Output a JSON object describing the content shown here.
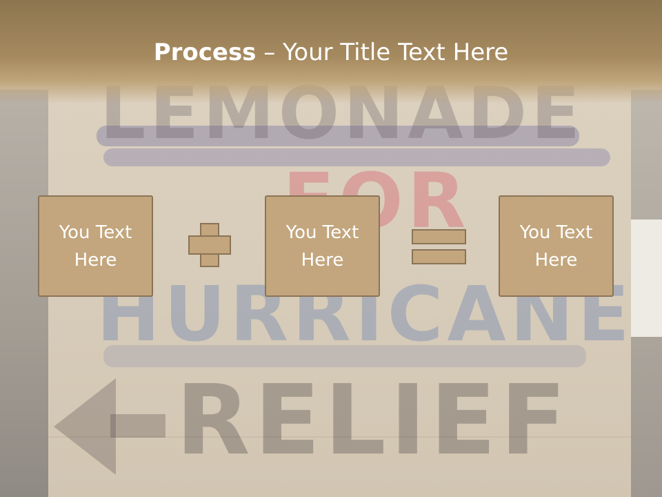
{
  "slide": {
    "title_bold": "Process",
    "title_rest": " – Your Title Text Here"
  },
  "process": {
    "boxes": [
      {
        "label": "You Text Here"
      },
      {
        "label": "You Text Here"
      },
      {
        "label": "You Text Here"
      }
    ],
    "operators": [
      "plus-icon",
      "equals-icon"
    ]
  },
  "colors": {
    "header": "#9b8158",
    "box_fill": "#c3a67d",
    "box_border": "#8a7357",
    "text": "#ffffff"
  },
  "background_image": {
    "paint_words": [
      "LEMONADE",
      "FOR",
      "HURRICANE",
      "RELIEF"
    ]
  }
}
